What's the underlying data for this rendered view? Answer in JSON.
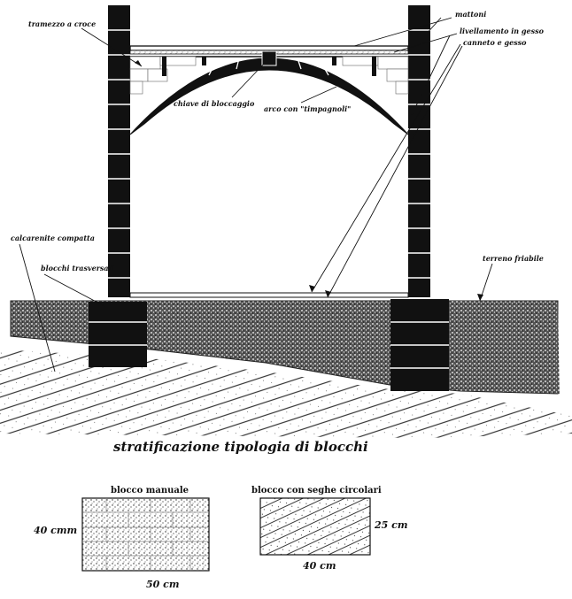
{
  "labels": {
    "tramezzo": "tramezzo a croce",
    "mattoni": "mattoni",
    "livellamento": "livellamento in gesso",
    "canneto": "canneto e gesso",
    "chiave": "chiave di bloccaggio",
    "arco": "arco con \"timpagnoli\"",
    "calcarenite": "calcarenite compatta",
    "blocchi_trasv": "blocchi trasversali",
    "terreno": "terreno friabile"
  },
  "title": "stratificazione tipologia di blocchi",
  "blocco_manuale": {
    "label": "blocco manuale",
    "height": "40 cmm",
    "width": "50 cm"
  },
  "blocco_seghe": {
    "label": "blocco con seghe circolari",
    "height": "25 cm",
    "width": "40 cm"
  },
  "colors": {
    "ink": "#111111",
    "paper": "#ffffff"
  }
}
